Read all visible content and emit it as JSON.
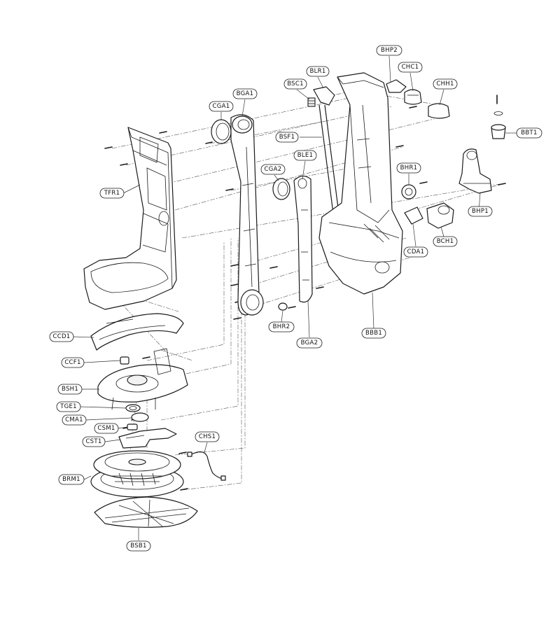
{
  "callouts": {
    "bhp2": "BHP2",
    "chc1": "CHC1",
    "chh1": "CHH1",
    "blr1": "BLR1",
    "bsc1": "BSC1",
    "bga1": "BGA1",
    "cga1": "CGA1",
    "bsf1": "BSF1",
    "ble1": "BLE1",
    "cga2": "CGA2",
    "tfr1": "TFR1",
    "bbt1": "BBT1",
    "bhr1": "BHR1",
    "bhp1": "BHP1",
    "bch1": "BCH1",
    "cda1": "CDA1",
    "bhr2": "BHR2",
    "bga2": "BGA2",
    "bbb1": "BBB1",
    "ccd1": "CCD1",
    "ccf1": "CCF1",
    "bsh1": "BSH1",
    "tge1": "TGE1",
    "cma1": "CMA1",
    "csm1": "CSM1",
    "cst1": "CST1",
    "chs1": "CHS1",
    "brm1": "BRM1",
    "bsb1": "BSB1"
  }
}
